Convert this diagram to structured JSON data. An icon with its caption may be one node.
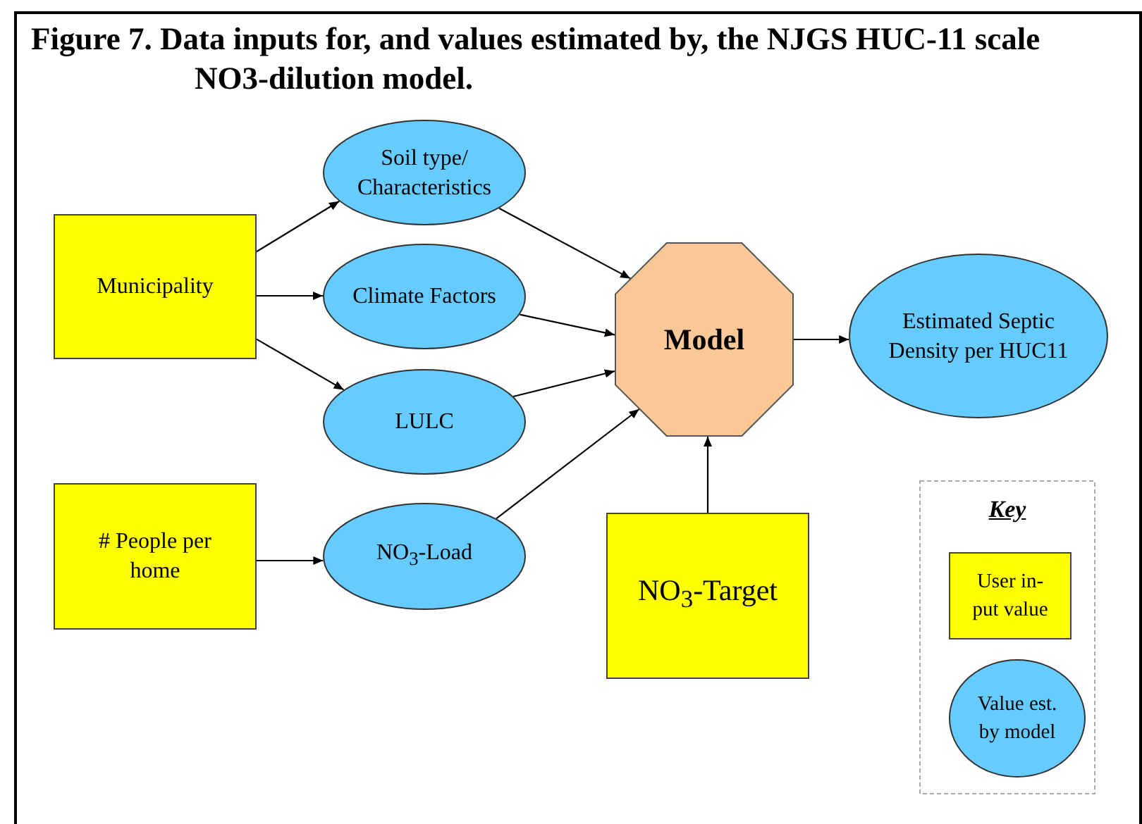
{
  "diagram": {
    "title": "Figure 7.  Data inputs for, and values estimated by, the NJGS HUC-11 scale NO3-dilution model.",
    "nodes": [
      {
        "text": [
          "Municipality"
        ]
      },
      {
        "text": [
          "Soil type/ Characteristics"
        ]
      },
      {
        "text": [
          "Climate Factors"
        ]
      },
      {
        "text": [
          "LULC"
        ]
      },
      {
        "text": [
          "# People per home"
        ]
      },
      {
        "text": [
          "NO$_{3}$-Load"
        ]
      },
      {
        "text": [
          "Model"
        ]
      },
      {
        "text": [
          "Estimated Septic Density per HUC11"
        ]
      },
      {
        "text": [
          "NO$_{3}$-Target"
        ]
      },
      {
        "text": [
          "Key"
        ]
      },
      {
        "text": [
          "User in- put value"
        ],
        "in": 9
      },
      {
        "text": [
          "Value est. by model"
        ],
        "in": 9
      }
    ],
    "edges": [
      {
        "from": 0,
        "to": 1,
        "arrow": "to"
      },
      {
        "from": 0,
        "to": 2,
        "arrow": "to"
      },
      {
        "from": 0,
        "to": 3,
        "arrow": "to"
      },
      {
        "from": 1,
        "to": 6,
        "arrow": "to"
      },
      {
        "from": 2,
        "to": 6,
        "arrow": "to"
      },
      {
        "from": 3,
        "to": 6,
        "arrow": "to"
      },
      {
        "from": 5,
        "to": 6,
        "arrow": "to"
      },
      {
        "from": 4,
        "to": 5,
        "arrow": "to"
      },
      {
        "from": 8,
        "to": 6,
        "arrow": "to"
      },
      {
        "from": 6,
        "to": 7,
        "arrow": "to"
      }
    ]
  }
}
